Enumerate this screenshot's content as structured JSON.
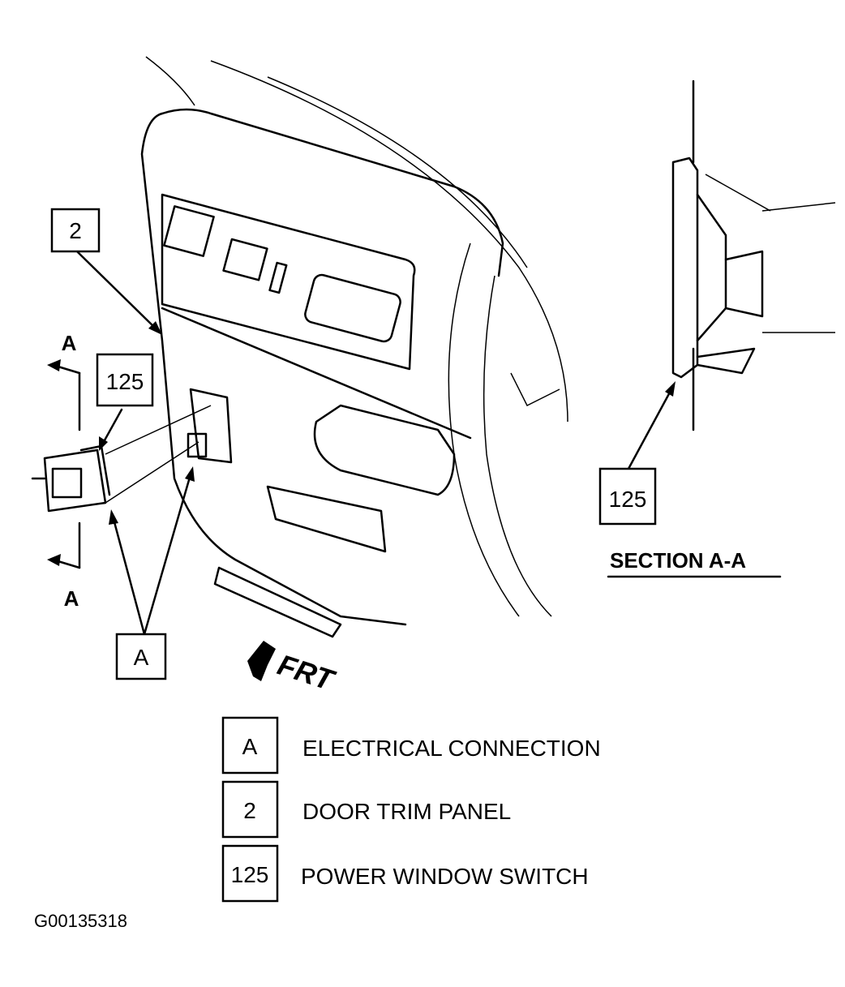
{
  "callouts": {
    "door_trim_panel": "2",
    "power_window_switch": "125",
    "electrical_connection": "A",
    "section_marker_top": "A",
    "section_marker_bottom": "A",
    "section_power_window_switch": "125"
  },
  "section_title": "SECTION A-A",
  "front_indicator": "FRT",
  "legend": [
    {
      "key": "A",
      "label": "ELECTRICAL CONNECTION"
    },
    {
      "key": "2",
      "label": "DOOR TRIM PANEL"
    },
    {
      "key": "125",
      "label": "POWER WINDOW SWITCH"
    }
  ],
  "figure_id": "G00135318"
}
